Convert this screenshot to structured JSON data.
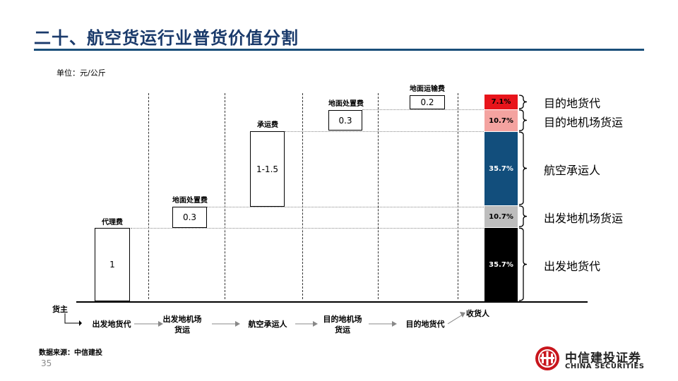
{
  "header": {
    "title": "二十、航空货运行业普货价值分割"
  },
  "unit_note": "单位：元/公斤",
  "cost_labels": {
    "agency_fee": "代理费",
    "origin_handling_fee": "地面处置费",
    "carrier_fee": "承运费",
    "dest_handling_fee": "地面处置费",
    "dest_transport_fee": "地面运输费"
  },
  "cost_values": {
    "agency_fee": "1",
    "origin_handling_fee": "0.3",
    "carrier_fee": "1-1.5",
    "dest_handling_fee": "0.3",
    "dest_transport_fee": "0.2"
  },
  "share_bar": {
    "segments": [
      {
        "key": "dest_agent",
        "value": 7.1,
        "label": "7.1%",
        "name": "目的地货代",
        "color": "#e8141b"
      },
      {
        "key": "dest_airport",
        "value": 10.7,
        "label": "10.7%",
        "name": "目的地机场货运",
        "color": "#f4a3a0"
      },
      {
        "key": "carrier",
        "value": 35.7,
        "label": "35.7%",
        "name": "航空承运人",
        "color": "#124e7c"
      },
      {
        "key": "origin_airport",
        "value": 10.7,
        "label": "10.7%",
        "name": "出发地机场货运",
        "color": "#bdbdbd"
      },
      {
        "key": "origin_agent",
        "value": 35.7,
        "label": "35.7%",
        "name": "出发地货代",
        "color": "#000000"
      }
    ]
  },
  "chain": {
    "start": "货主",
    "steps": [
      "出发地货代",
      "出发地机场\n货运",
      "航空承运人",
      "目的地机场\n货运",
      "目的地货代"
    ],
    "end": "收货人"
  },
  "footer": {
    "source": "数据来源：中信建投",
    "page_number": "35",
    "logo_cn": "中信建投证券",
    "logo_en": "CHINA SECURITIES"
  }
}
